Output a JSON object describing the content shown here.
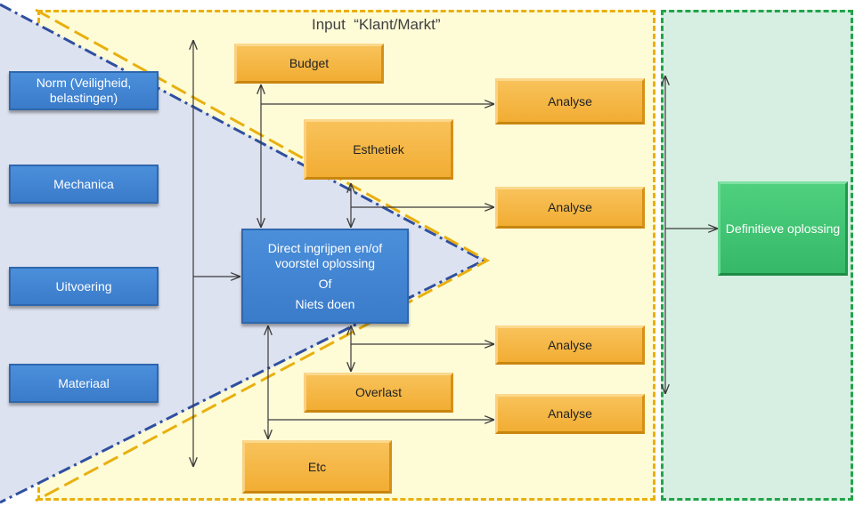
{
  "input_title": "Input  “Klant/Markt”",
  "left_boxes": [
    "Norm (Veiligheid, belastingen)",
    "Mechanica",
    "Uitvoering",
    "Materiaal"
  ],
  "center": {
    "line1": "Direct ingrijpen en/of",
    "line2": "voorstel oplossing",
    "line3": "Of",
    "line4": "Niets doen"
  },
  "top_boxes": [
    "Budget",
    "Esthetiek"
  ],
  "bottom_boxes": [
    "Overlast",
    "Etc"
  ],
  "analyse_label": "Analyse",
  "output_label": "Definitieve oplossing",
  "colors": {
    "input_region": "#fefbd7",
    "input_border": "#e8b00f",
    "output_region": "#d6efe2",
    "output_border": "#23a34a",
    "triangle_fill": "#dde2f0",
    "triangle_border": "#2f4fa0",
    "blue_box": "#3f84d3",
    "orange_box": "#f4b642",
    "green_box": "#3ec471"
  }
}
